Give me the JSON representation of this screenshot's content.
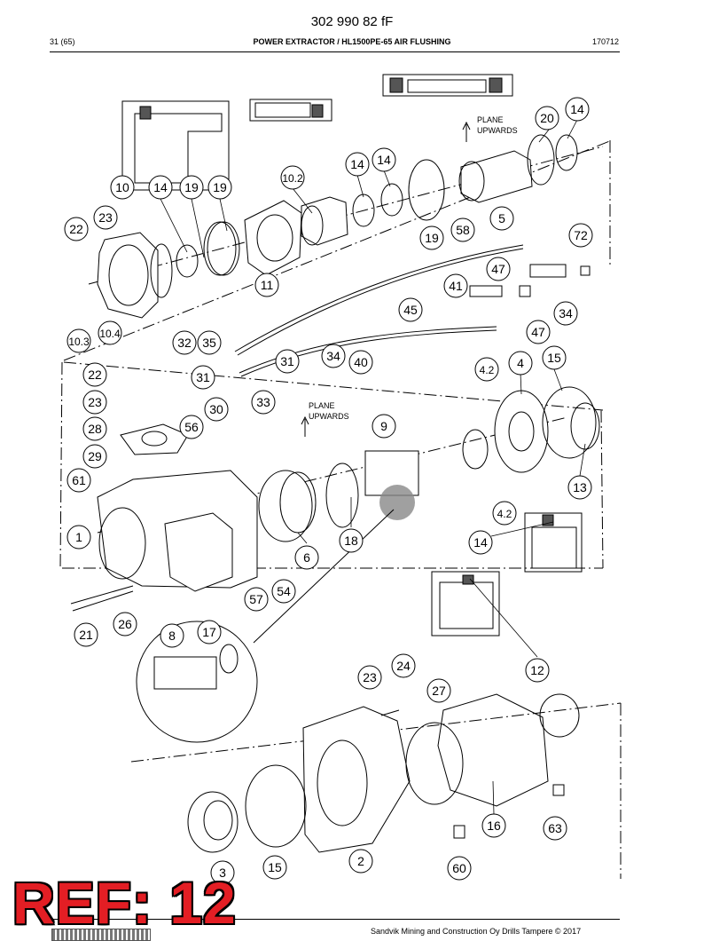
{
  "header": {
    "doc_number": "302 990 82 fF",
    "page_indicator": "31 (65)",
    "title": "POWER EXTRACTOR / HL1500PE-65 AIR FLUSHING",
    "code": "170712"
  },
  "diagram": {
    "notes": [
      "PLANE",
      "UPWARDS"
    ],
    "callouts": [
      {
        "id": "c1",
        "label": "20"
      },
      {
        "id": "c2",
        "label": "14"
      },
      {
        "id": "c3",
        "label": "14"
      },
      {
        "id": "c4",
        "label": "14"
      },
      {
        "id": "c5",
        "label": "10.2"
      },
      {
        "id": "c6",
        "label": "10"
      },
      {
        "id": "c7",
        "label": "14"
      },
      {
        "id": "c8",
        "label": "19"
      },
      {
        "id": "c9",
        "label": "19"
      },
      {
        "id": "c10",
        "label": "23"
      },
      {
        "id": "c11",
        "label": "22"
      },
      {
        "id": "c12",
        "label": "19"
      },
      {
        "id": "c13",
        "label": "58"
      },
      {
        "id": "c14",
        "label": "5"
      },
      {
        "id": "c15",
        "label": "72"
      },
      {
        "id": "c16",
        "label": "47"
      },
      {
        "id": "c17",
        "label": "11"
      },
      {
        "id": "c18",
        "label": "41"
      },
      {
        "id": "c19",
        "label": "45"
      },
      {
        "id": "c20",
        "label": "34"
      },
      {
        "id": "c21",
        "label": "10.3"
      },
      {
        "id": "c22",
        "label": "10.4"
      },
      {
        "id": "c23",
        "label": "47"
      },
      {
        "id": "c24",
        "label": "32"
      },
      {
        "id": "c25",
        "label": "35"
      },
      {
        "id": "c26",
        "label": "31"
      },
      {
        "id": "c27",
        "label": "34"
      },
      {
        "id": "c28",
        "label": "40"
      },
      {
        "id": "c29",
        "label": "22"
      },
      {
        "id": "c30",
        "label": "31"
      },
      {
        "id": "c31",
        "label": "4.2"
      },
      {
        "id": "c32",
        "label": "4"
      },
      {
        "id": "c33",
        "label": "15"
      },
      {
        "id": "c34",
        "label": "23"
      },
      {
        "id": "c35",
        "label": "30"
      },
      {
        "id": "c36",
        "label": "33"
      },
      {
        "id": "c37",
        "label": "28"
      },
      {
        "id": "c38",
        "label": "56"
      },
      {
        "id": "c39",
        "label": "9"
      },
      {
        "id": "c40",
        "label": "29"
      },
      {
        "id": "c41",
        "label": "61"
      },
      {
        "id": "c42",
        "label": "13"
      },
      {
        "id": "c43",
        "label": "4.2"
      },
      {
        "id": "c44",
        "label": "1"
      },
      {
        "id": "c45",
        "label": "18"
      },
      {
        "id": "c46",
        "label": "14"
      },
      {
        "id": "c47",
        "label": "6"
      },
      {
        "id": "c48",
        "label": "54"
      },
      {
        "id": "c49",
        "label": "57"
      },
      {
        "id": "c50",
        "label": "26"
      },
      {
        "id": "c51",
        "label": "21"
      },
      {
        "id": "c52",
        "label": "8"
      },
      {
        "id": "c53",
        "label": "17"
      },
      {
        "id": "c54",
        "label": "12"
      },
      {
        "id": "c55",
        "label": "24"
      },
      {
        "id": "c56",
        "label": "23"
      },
      {
        "id": "c57",
        "label": "27"
      },
      {
        "id": "c58",
        "label": "16"
      },
      {
        "id": "c59",
        "label": "63"
      },
      {
        "id": "c60",
        "label": "3"
      },
      {
        "id": "c61",
        "label": "15"
      },
      {
        "id": "c62",
        "label": "2"
      },
      {
        "id": "c63",
        "label": "60"
      }
    ]
  },
  "overlay": {
    "ref_label": "REF: 12",
    "ref_color": "#e31e24"
  },
  "footer": {
    "copyright": "Sandvik Mining and Construction Oy Drills Tampere © 2017"
  }
}
